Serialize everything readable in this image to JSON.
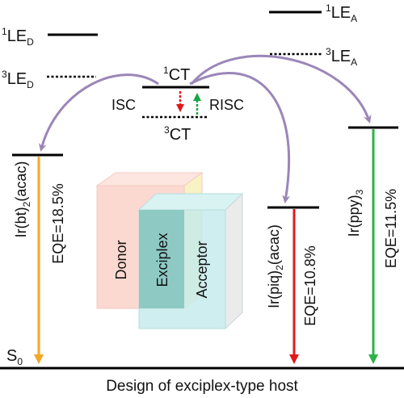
{
  "caption": "Design of exciplex-type host",
  "colors": {
    "level": "#000000",
    "transfer_arrow": "#9b86b8",
    "isc": "#e0191c",
    "risc": "#19a64a",
    "bt_emission": "#f5a623",
    "piq_emission": "#e0191c",
    "ppy_emission": "#2db34a",
    "exciplex_text": "#e0191c"
  },
  "states": {
    "le1_d": {
      "base": "LE",
      "sup": "1",
      "sub": "D"
    },
    "le3_d": {
      "base": "LE",
      "sup": "3",
      "sub": "D"
    },
    "le1_a": {
      "base": "LE",
      "sup": "1",
      "sub": "A"
    },
    "le3_a": {
      "base": "LE",
      "sup": "3",
      "sub": "A"
    },
    "ct1": {
      "base": "CT",
      "sup": "1"
    },
    "ct3": {
      "base": "CT",
      "sup": "3"
    },
    "s0": {
      "base": "S",
      "sub": "0"
    }
  },
  "transitions": {
    "isc": "ISC",
    "risc": "RISC"
  },
  "emitters": [
    {
      "pre": "Ir(bt)",
      "sub": "2",
      "post": "(acac)",
      "eqe": "EQE=18.5%"
    },
    {
      "pre": "Ir(piq)",
      "sub": "2",
      "post": "(acac)",
      "eqe": "EQE=10.8%"
    },
    {
      "pre": "Ir(ppy)",
      "sub": "3",
      "post": "",
      "eqe": "EQE=11.5%"
    }
  ],
  "blocks": {
    "donor": "Donor",
    "exciplex": "Exciplex",
    "acceptor": "Acceptor"
  }
}
